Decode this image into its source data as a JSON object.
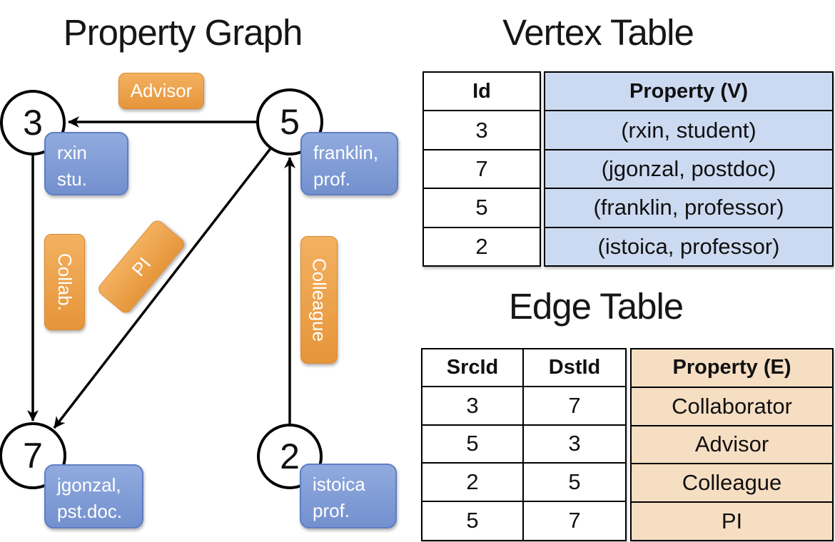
{
  "graph": {
    "title": "Property Graph",
    "nodes": [
      {
        "id": "3",
        "property": [
          "rxin",
          "stu."
        ]
      },
      {
        "id": "5",
        "property": [
          "franklin,",
          "prof."
        ]
      },
      {
        "id": "7",
        "property": [
          "jgonzal,",
          "pst.doc."
        ]
      },
      {
        "id": "2",
        "property": [
          "istoica",
          "prof."
        ]
      }
    ],
    "edge_labels": [
      {
        "label": "Advisor"
      },
      {
        "label": "Collab."
      },
      {
        "label": "PI"
      },
      {
        "label": "Colleague"
      }
    ]
  },
  "vertex_table": {
    "title": "Vertex Table",
    "columns": [
      "Id",
      "Property (V)"
    ],
    "rows": [
      [
        "3",
        "(rxin, student)"
      ],
      [
        "7",
        "(jgonzal, postdoc)"
      ],
      [
        "5",
        "(franklin, professor)"
      ],
      [
        "2",
        "(istoica, professor)"
      ]
    ]
  },
  "edge_table": {
    "title": "Edge Table",
    "columns": [
      "SrcId",
      "DstId",
      "Property (E)"
    ],
    "rows": [
      [
        "3",
        "7",
        "Collaborator"
      ],
      [
        "5",
        "3",
        "Advisor"
      ],
      [
        "2",
        "5",
        "Colleague"
      ],
      [
        "5",
        "7",
        "PI"
      ]
    ]
  },
  "colors": {
    "edge_label_bg_top": "#F3B160",
    "edge_label_bg_bottom": "#E6953A",
    "edge_label_border": "#D9882F",
    "vertex_label_bg_top": "#91ABDF",
    "vertex_label_bg_bottom": "#7390CE",
    "vertex_label_border": "#5F7EC2",
    "vertex_table_cell_bg": "#CCDAF1",
    "edge_table_cell_bg": "#F6DEC3",
    "line_color": "#000000"
  }
}
